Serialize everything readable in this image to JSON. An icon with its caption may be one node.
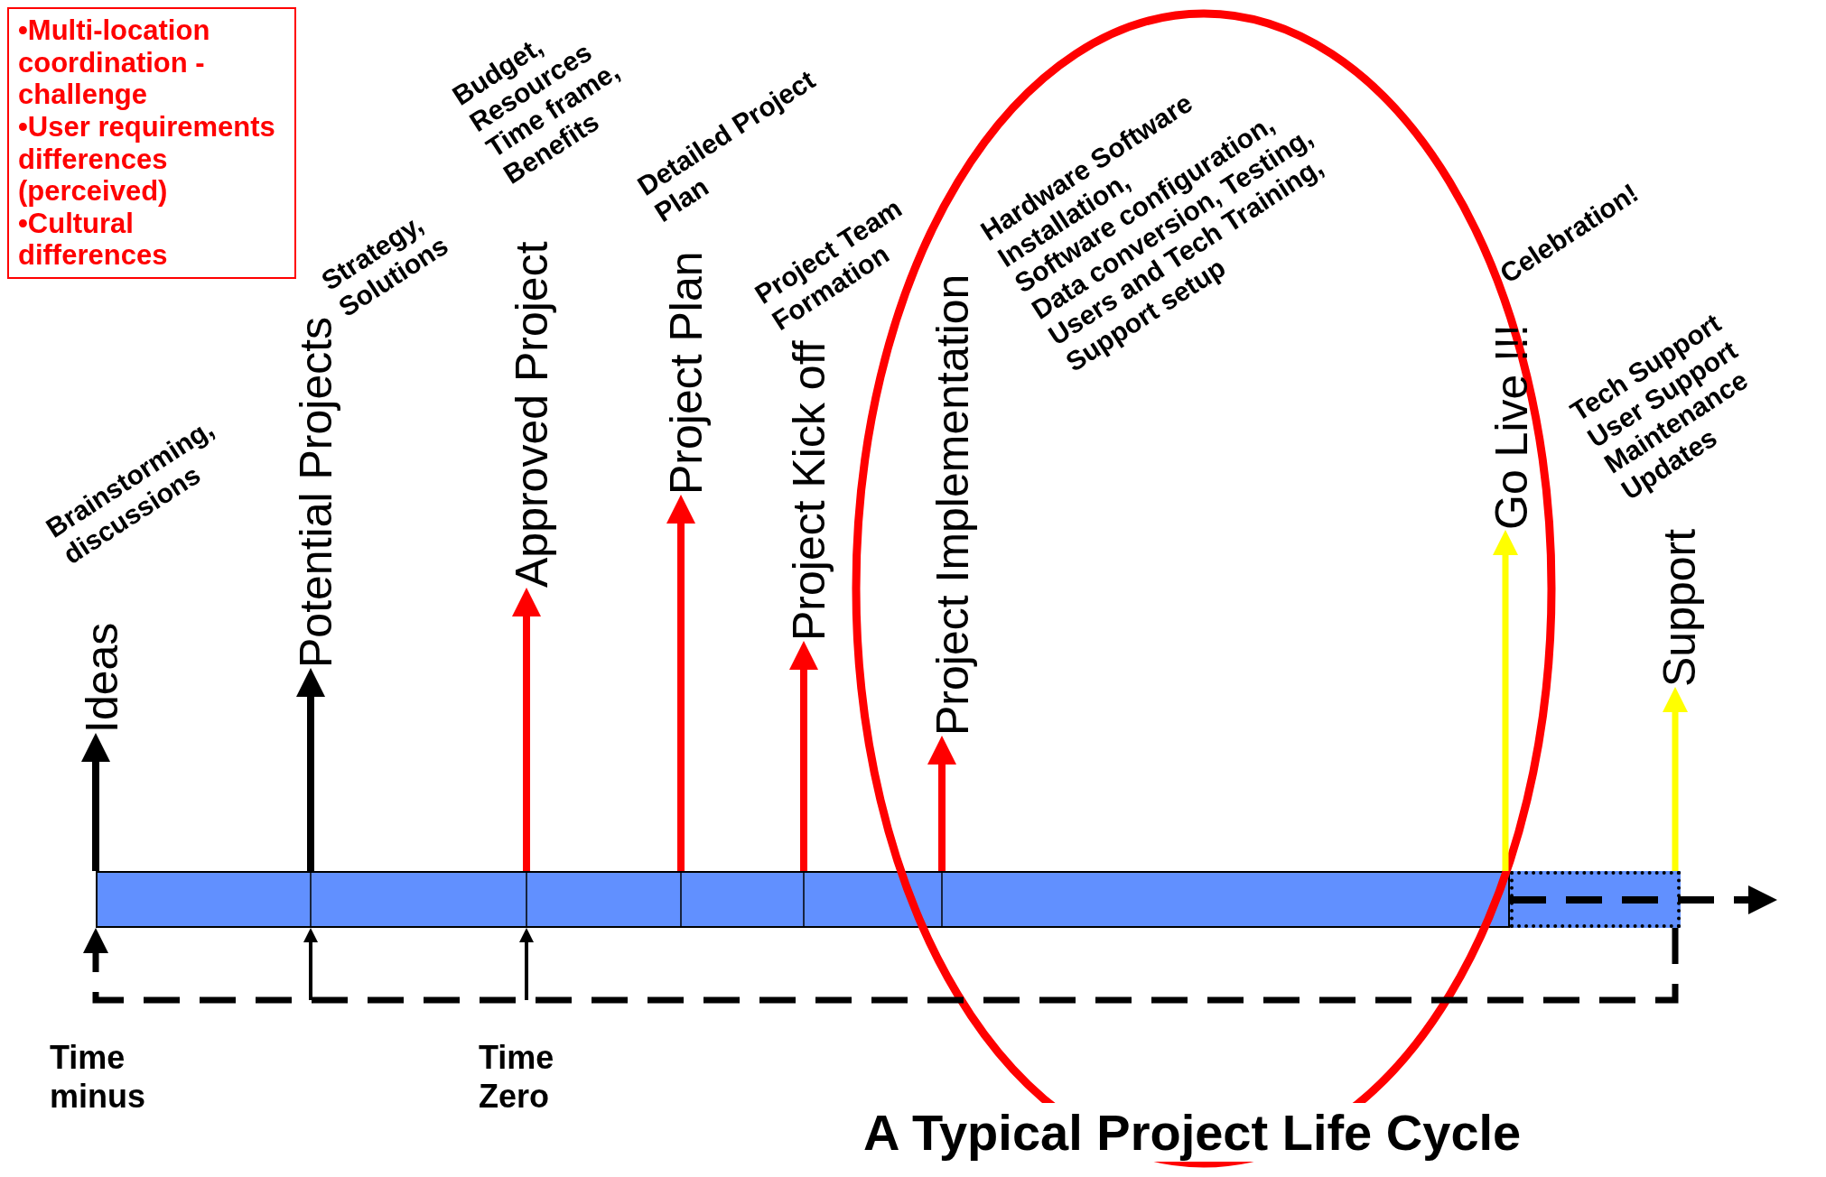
{
  "diagram": {
    "title": "A Typical Project Life Cycle",
    "nodes": [
      {
        "text": [],
        "shape": "bar"
      },
      {
        "text": [],
        "shape": "box"
      },
      {
        "text": [
          "•Multi-location coordination - challenge",
          "•User requirements differences (perceived)",
          "•Cultural differences"
        ]
      },
      {
        "text": [
          "Ideas"
        ],
        "beside": [
          "Brainstorming, discussions"
        ]
      },
      {
        "text": [
          "Potential Projects"
        ],
        "beside": [
          "Strategy, Solutions"
        ]
      },
      {
        "text": [
          "Approved Project"
        ],
        "beside": [
          "Budget, Resources Time frame, Benefits"
        ]
      },
      {
        "text": [
          "Project Plan"
        ],
        "beside": [
          "Detailed Project Plan"
        ]
      },
      {
        "text": [
          "Project Kick off"
        ],
        "beside": [
          "Project Team Formation"
        ]
      },
      {
        "text": [
          "Project Implementation"
        ],
        "beside": [
          "Hardware Software Installation,",
          "Software configuration,",
          "Data conversion, Testing,",
          "Users and Tech Training,",
          "Support setup"
        ]
      },
      {
        "text": [
          "Go Live !!!"
        ],
        "beside": [
          "Celebration!"
        ]
      },
      {
        "text": [
          "Support"
        ],
        "beside": [
          "Tech Support",
          "User Support",
          "Maintenance",
          "Updates"
        ]
      }
    ],
    "edges": [
      {
        "from": 0,
        "to": 3,
        "arrow": "to"
      },
      {
        "from": 0,
        "to": 4,
        "arrow": "to"
      },
      {
        "from": 0,
        "to": 5,
        "arrow": "to",
        "color": "#ff0000"
      },
      {
        "from": 0,
        "to": 6,
        "arrow": "to",
        "color": "#ff0000"
      },
      {
        "from": 0,
        "to": 7,
        "arrow": "to",
        "color": "#ff0000"
      },
      {
        "from": 0,
        "to": 8,
        "arrow": "to",
        "color": "#ff0000"
      },
      {
        "from": 0,
        "to": 9,
        "arrow": "to",
        "color": "#ffff00"
      },
      {
        "from": 1,
        "to": 10,
        "arrow": "to",
        "color": "#ffff00"
      },
      {
        "from": 1,
        "to": null,
        "arrow": "to",
        "style": "dashed"
      },
      {
        "from": 1,
        "to": 0,
        "arrow": "to",
        "style": "dashed"
      },
      {
        "from": null,
        "to": 0,
        "arrow": "to"
      },
      {
        "from": null,
        "to": 0,
        "arrow": "to"
      }
    ],
    "labels": [
      "Time minus",
      "Time Zero"
    ]
  }
}
